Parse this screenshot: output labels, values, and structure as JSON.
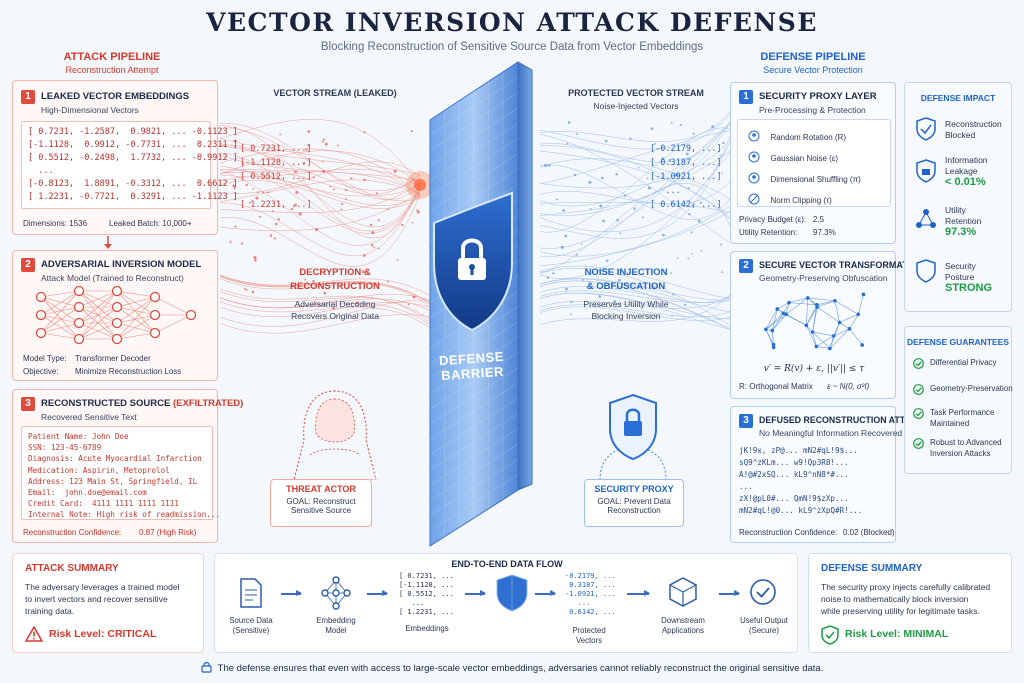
{
  "header": {
    "title": "VECTOR INVERSION ATTACK DEFENSE",
    "subtitle": "Blocking Reconstruction of Sensitive Source Data from Vector Embeddings"
  },
  "attack": {
    "title": "ATTACK PIPELINE",
    "subtitle": "Reconstruction Attempt",
    "step1": {
      "num": "1",
      "title": "LEAKED VECTOR EMBEDDINGS",
      "subtitle": "High-Dimensional Vectors",
      "vectors": "[ 0.7231, -1.2587,  0.9821, ... -0.1123 ]\n[-1.1128,  0.9912, -0.7731, ...  0.2311 ]\n[ 0.5512, -0.2498,  1.7732, ... -0.9912 ]\n  ...\n[-0.8123,  1.8891, -0.3312, ...  0.6612 ]\n[ 1.2231, -0.7721,  0.3291, ... -1.1123 ]",
      "dimensions": "Dimensions: 1536",
      "batch": "Leaked Batch: 10,000+"
    },
    "step2": {
      "num": "2",
      "title": "ADVERSARIAL INVERSION MODEL",
      "subtitle": "Attack Model (Trained to Reconstruct)",
      "model_type_label": "Model Type:",
      "model_type": "Transformer Decoder",
      "objective_label": "Objective:",
      "objective": "Minimize Reconstruction Loss"
    },
    "step3": {
      "num": "3",
      "title": "RECONSTRUCTED SOURCE",
      "tag": "(EXFILTRATED)",
      "subtitle": "Recovered Sensitive Text",
      "leak": "Patient Name: John Doe\nSSN: 123-45-6789\nDiagnosis: Acute Myocardial Infarction\nMedication: Aspirin, Metoprolol\nAddress: 123 Main St, Springfield, IL\nEmail:  john.doe@email.com\nCredit Card:  4111 1111 1111 1111\nInternal Note: High risk of readmission...",
      "confidence_label": "Reconstruction Confidence:",
      "confidence": "0.87 (High Risk)"
    }
  },
  "middle": {
    "leaked_stream_label": "VECTOR STREAM (LEAKED)",
    "leaked_vectors": "[ 0.7231, ...]\n[-1.1128, ...]\n[ 0.5512, ...]\n   ...\n[ 1.2231, ...]",
    "decrypt_title_1": "DECRYPTION &",
    "decrypt_title_2": "RECONSTRUCTION",
    "decrypt_sub_1": "Adversarial Decoding",
    "decrypt_sub_2": "Recovers Original Data",
    "threat_title": "THREAT ACTOR",
    "threat_goal_1": "GOAL: Reconstruct",
    "threat_goal_2": "Sensitive Source",
    "protected_stream_label": "PROTECTED VECTOR STREAM",
    "protected_stream_sub": "Noise-Injected Vectors",
    "protected_vectors": "[-0.2179, ...]\n[ 0.3187, ...]\n[-1.0921, ...]\n   ...\n[ 0.6142, ...]",
    "noise_title_1": "NOISE INJECTION",
    "noise_title_2": "& OBFUSCATION",
    "noise_sub_1": "Preserves Utility While",
    "noise_sub_2": "Blocking Inversion",
    "proxy_title": "SECURITY PROXY",
    "proxy_goal_1": "GOAL: Prevent Data",
    "proxy_goal_2": "Reconstruction",
    "barrier_1": "DEFENSE",
    "barrier_2": "BARRIER"
  },
  "defense": {
    "title": "DEFENSE PIPELINE",
    "subtitle": "Secure Vector Protection",
    "step1": {
      "num": "1",
      "title": "SECURITY PROXY LAYER",
      "subtitle": "Pre-Processing & Protection",
      "items": [
        "Random Rotation (R)",
        "Gaussian Noise (ε)",
        "Dimensional Shuffling (π)",
        "Norm Clipping (τ)"
      ],
      "budget_label": "Privacy Budget (ε):",
      "budget": "2.5",
      "utility_label": "Utility Retention:",
      "utility": "97.3%"
    },
    "step2": {
      "num": "2",
      "title": "SECURE VECTOR TRANSFORMATION",
      "subtitle": "Geometry-Preserving Obfuscation",
      "formula": "v′ = R(v) + ε,   ||v′|| ≤ τ",
      "note_1": "R: Orthogonal Matrix",
      "note_2": "ε ~ N(0, σ²I)"
    },
    "step3": {
      "num": "3",
      "title": "DEFUSED RECONSTRUCTION ATTEMPT",
      "subtitle": "No Meaningful Information Recovered",
      "garbled": "jK!9x, zP@... mN2#qL!9$...\nsQ9^zKLm... w9!Qp3R8!...\nA!@#2xSQ... kL9^nN8*#...\n...\nzX!@pL0#... QmN!9$zXp...\nmN2#qL!@0... kL9^zXpQ#R!...",
      "confidence_label": "Reconstruction Confidence:",
      "confidence": "0.02 (Blocked)"
    }
  },
  "impact": {
    "title": "DEFENSE IMPACT",
    "items": [
      {
        "label_1": "Reconstruction",
        "label_2": "Blocked",
        "value": ""
      },
      {
        "label_1": "Information",
        "label_2": "Leakage",
        "value": "< 0.01%"
      },
      {
        "label_1": "Utility",
        "label_2": "Retention",
        "value": "97.3%"
      },
      {
        "label_1": "Security",
        "label_2": "Posture",
        "value": "STRONG"
      }
    ]
  },
  "guarantees": {
    "title": "DEFENSE GUARANTEES",
    "items": [
      {
        "l1": "Differential Privacy",
        "l2": ""
      },
      {
        "l1": "Geometry-Preservation",
        "l2": ""
      },
      {
        "l1": "Task Performance",
        "l2": "Maintained"
      },
      {
        "l1": "Robust to Advanced",
        "l2": "Inversion Attacks"
      }
    ]
  },
  "attack_summary": {
    "title": "ATTACK SUMMARY",
    "text_1": "The adversary leverages a trained model",
    "text_2": "to invert vectors and recover sensitive",
    "text_3": "training data.",
    "risk": "Risk Level: CRITICAL"
  },
  "flow": {
    "title": "END-TO-END DATA FLOW",
    "source_1": "Source Data",
    "source_2": "(Sensitive)",
    "embedding_1": "Embedding",
    "embedding_2": "Model",
    "embeddings_vec": "[ 0.7231, ...\n[-1.1128, ...\n[ 0.5512, ...\n   ...\n[ 1.2231, ...",
    "embeddings": "Embeddings",
    "protected_vec": "-0.2179, ...\n 0.3187, ...\n-1.0921, ...\n   ...\n 0.6142, ...",
    "protected_1": "Protected",
    "protected_2": "Vectors",
    "downstream_1": "Downstream",
    "downstream_2": "Applications",
    "output_1": "Useful Output",
    "output_2": "(Secure)"
  },
  "defense_summary": {
    "title": "DEFENSE SUMMARY",
    "text_1": "The security proxy injects carefully calibrated",
    "text_2": "noise to mathematically block inversion",
    "text_3": "while preserving utility for legitimate tasks.",
    "risk": "Risk Level: MINIMAL"
  },
  "footer": {
    "text": "The defense ensures that even with access to large-scale vector embeddings, adversaries cannot reliably reconstruct the original sensitive data."
  },
  "colors": {
    "attack": "#d43a30",
    "defense": "#1f63c9",
    "safe": "#1f9a45"
  }
}
